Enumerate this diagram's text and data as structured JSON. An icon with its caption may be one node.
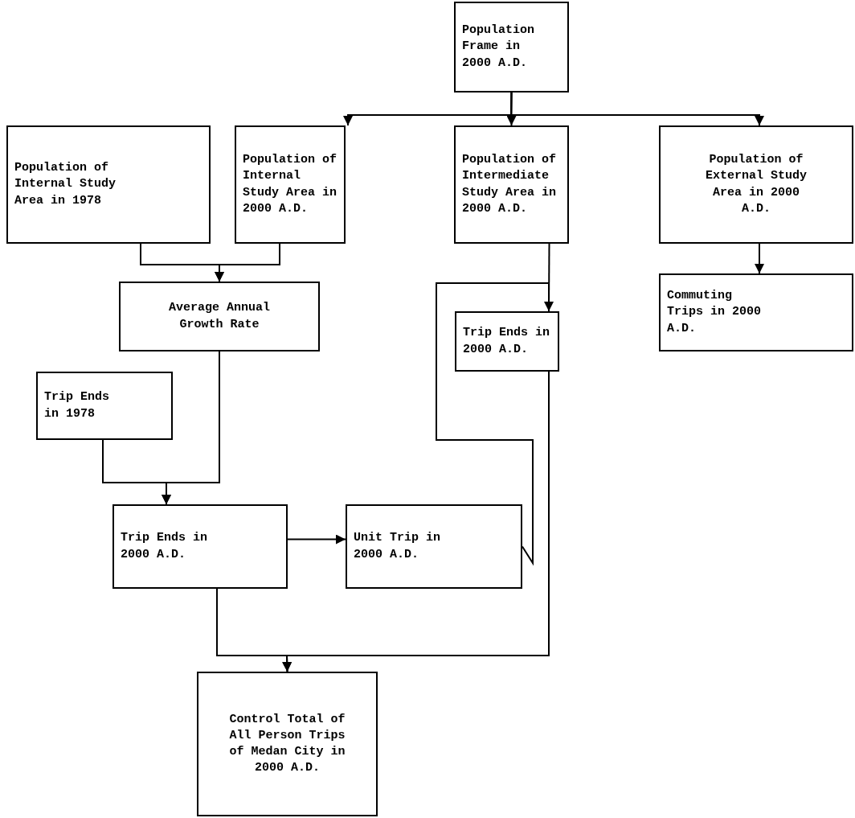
{
  "diagram": {
    "nodes": [
      {
        "text": [
          "Population Frame in 2000 A.D."
        ]
      },
      {
        "text": [
          "Population of Internal Study Area in 1978"
        ]
      },
      {
        "text": [
          "Population of Internal Study Area in 2000 A.D."
        ]
      },
      {
        "text": [
          "Population of Intermediate Study Area in 2000 A.D."
        ]
      },
      {
        "text": [
          "Population of External Study Area in 2000 A.D."
        ]
      },
      {
        "text": [
          "Average Annual Growth Rate"
        ]
      },
      {
        "text": [
          "Commuting Trips in 2000 A.D."
        ]
      },
      {
        "text": [
          "Trip Ends in 2000 A.D."
        ]
      },
      {
        "text": [
          "Trip Ends in 1978"
        ]
      },
      {
        "text": [
          "Trip Ends in 2000 A.D."
        ]
      },
      {
        "text": [
          "Unit Trip in 2000 A.D."
        ]
      },
      {
        "text": [
          "Control Total of All Person Trips of Medan City in 2000 A.D."
        ]
      }
    ],
    "edges": [
      {
        "from": 0,
        "to": 2,
        "arrow": "to"
      },
      {
        "from": 0,
        "to": 3,
        "arrow": "to"
      },
      {
        "from": 0,
        "to": 4,
        "arrow": "to"
      },
      {
        "from": 1,
        "to": 5,
        "arrow": "to"
      },
      {
        "from": 2,
        "to": 5,
        "arrow": "to"
      },
      {
        "from": 4,
        "to": 6,
        "arrow": "to"
      },
      {
        "from": 3,
        "to": 7,
        "arrow": "none"
      },
      {
        "from": 10,
        "to": 7,
        "arrow": "to"
      },
      {
        "from": 5,
        "to": 9,
        "arrow": "to"
      },
      {
        "from": 8,
        "to": 9,
        "arrow": "to"
      },
      {
        "from": 9,
        "to": 10,
        "arrow": "to"
      },
      {
        "from": 9,
        "to": 11,
        "arrow": "to"
      },
      {
        "from": 7,
        "to": 11,
        "arrow": "to"
      }
    ]
  }
}
